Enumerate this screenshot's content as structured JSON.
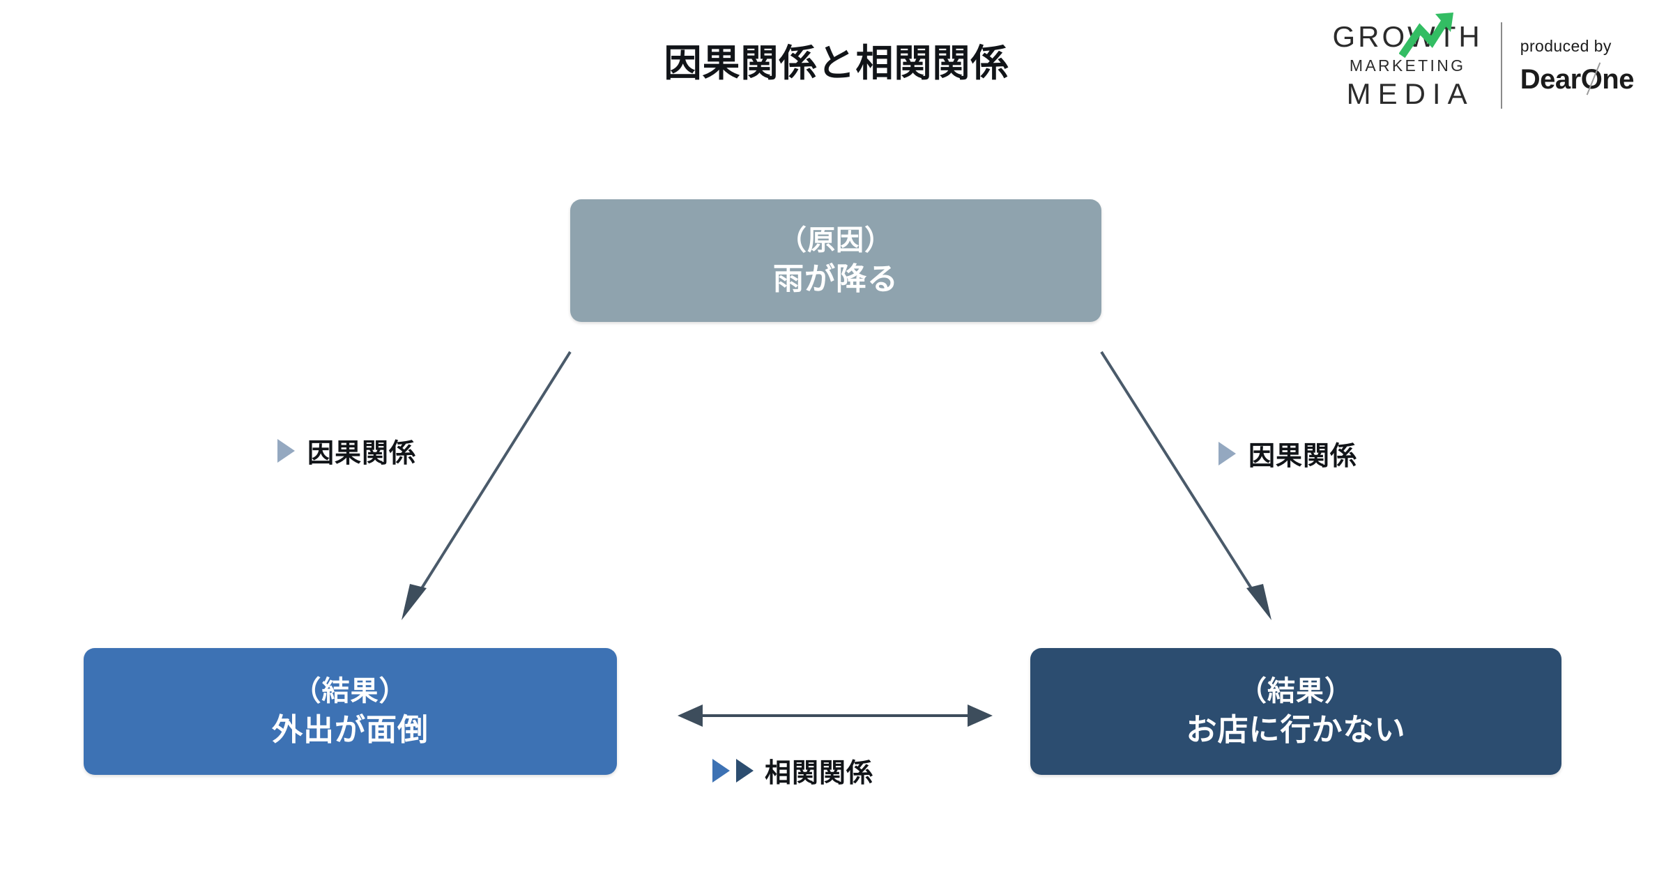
{
  "slide": {
    "title": "因果関係と相関関係",
    "background_color": "#ffffff"
  },
  "logo": {
    "growth_line1": "GROWTH",
    "growth_line2": "MARKETING",
    "growth_line3": "MEDIA",
    "arrow_color": "#33bd63",
    "produced_by": "produced by",
    "brand": "DearOne",
    "divider": "|"
  },
  "diagram": {
    "type": "causal-correlation-diagram",
    "nodes": [
      {
        "id": "cause",
        "line1": "（原因）",
        "line2": "雨が降る",
        "color": "#8fa3ae",
        "text_color": "#ffffff",
        "position": "top-center"
      },
      {
        "id": "effect-left",
        "line1": "（結果）",
        "line2": "外出が面倒",
        "color": "#3d72b4",
        "text_color": "#ffffff",
        "position": "bottom-left"
      },
      {
        "id": "effect-right",
        "line1": "（結果）",
        "line2": "お店に行かない",
        "color": "#2c4d70",
        "text_color": "#ffffff",
        "position": "bottom-right"
      }
    ],
    "edges": [
      {
        "id": "causal-left",
        "from": "cause",
        "to": "effect-left",
        "label": "因果関係",
        "arrow": "single",
        "color": "#4a5a6a",
        "marker_color": "#94a8c0"
      },
      {
        "id": "causal-right",
        "from": "cause",
        "to": "effect-right",
        "label": "因果関係",
        "arrow": "single",
        "color": "#4a5a6a",
        "marker_color": "#94a8c0"
      },
      {
        "id": "correlation",
        "from": "effect-left",
        "to": "effect-right",
        "label": "相関関係",
        "arrow": "double",
        "color": "#3d4d5c",
        "marker_colors": [
          "#3d72b4",
          "#2c4d70"
        ]
      }
    ]
  }
}
